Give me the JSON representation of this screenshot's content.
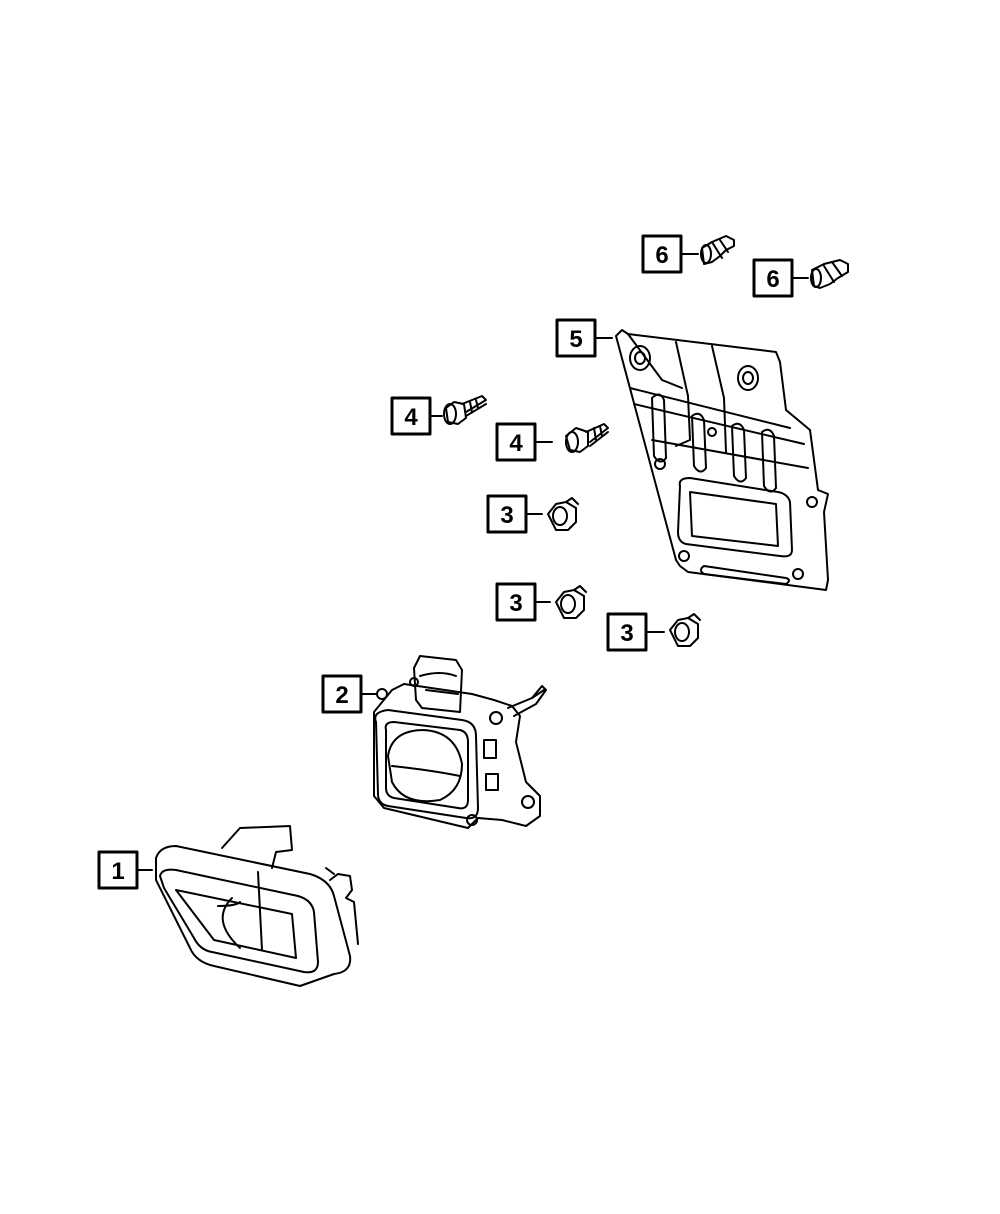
{
  "callouts": [
    {
      "id": "callout-6a",
      "number": "6"
    },
    {
      "id": "callout-6b",
      "number": "6"
    },
    {
      "id": "callout-5",
      "number": "5"
    },
    {
      "id": "callout-4a",
      "number": "4"
    },
    {
      "id": "callout-4b",
      "number": "4"
    },
    {
      "id": "callout-3a",
      "number": "3"
    },
    {
      "id": "callout-3b",
      "number": "3"
    },
    {
      "id": "callout-3c",
      "number": "3"
    },
    {
      "id": "callout-2",
      "number": "2"
    },
    {
      "id": "callout-1",
      "number": "1"
    }
  ],
  "colors": {
    "line": "#000000",
    "background": "#ffffff"
  }
}
